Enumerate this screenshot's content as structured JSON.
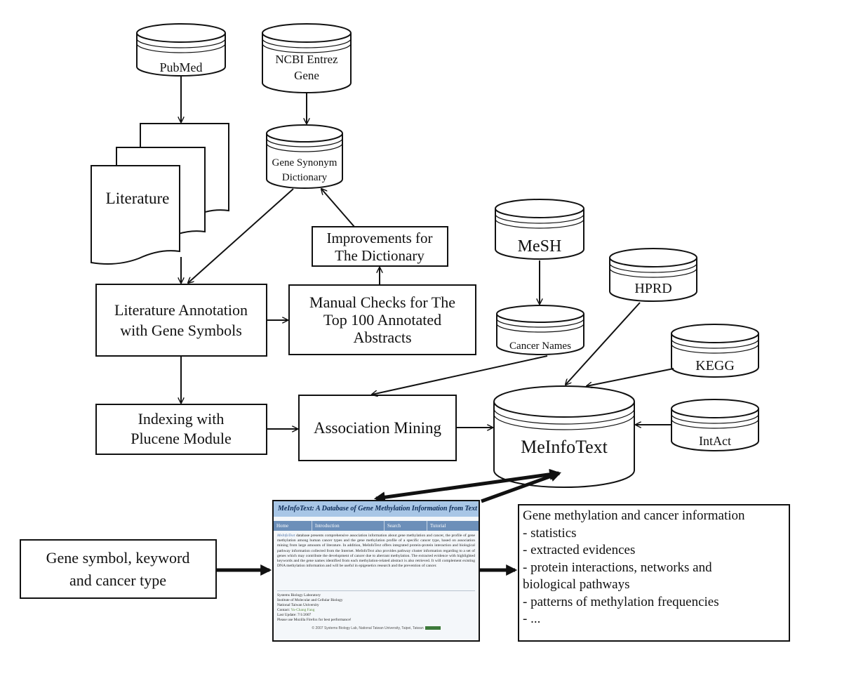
{
  "sources": {
    "pubmed": "PubMed",
    "ncbi_line1": "NCBI Entrez",
    "ncbi_line2": "Gene",
    "mesh": "MeSH",
    "hprd": "HPRD",
    "kegg": "KEGG",
    "intact": "IntAct"
  },
  "nodes": {
    "literature": "Literature",
    "gene_synonym_line1": "Gene Synonym",
    "gene_synonym_line2": "Dictionary",
    "improvements_line1": "Improvements for",
    "improvements_line2": "The Dictionary",
    "annotation_line1": "Literature Annotation",
    "annotation_line2": "with Gene Symbols",
    "manual_line1": "Manual Checks for The",
    "manual_line2": "Top 100 Annotated",
    "manual_line3": "Abstracts",
    "cancer_names": "Cancer Names",
    "indexing_line1": "Indexing with",
    "indexing_line2": "Plucene Module",
    "association": "Association Mining",
    "meinfotext": "MeInfoText",
    "input_line1": "Gene symbol, keyword",
    "input_line2": "and cancer type"
  },
  "website": {
    "banner": "MeInfoText: A Database of Gene Methylation Information from Text Mining",
    "nav": [
      "Home",
      "Introduction",
      "Search",
      "Tutorial"
    ],
    "body_link": "MeInfoText",
    "body_text": "database presents comprehensive association information about gene methylation and cancer, the profile of gene methylation among human cancer types and the gene methylation profile of a specific cancer type, based on association mining from large amounts of literature. In addition, MeInfoText offers integrated protein-protein interaction and biological pathway information collected from the Internet. MeInfoText also provides pathway cluster information regarding to a set of genes which may contribute the development of cancer due to aberrant methylation. The extracted evidence with highlighted keywords and the gene names identified from each methylation-related abstract is also retrieved. It will complement existing DNA methylation information and will be useful in epigenetics research and the prevention of cancer.",
    "lab": "Systems Biology Laboratory",
    "institute": "Institute of Molecular and Cellular Biology",
    "university": "National Taiwan University",
    "contact_label": "Contact:",
    "contact_name": "Yu-Chang Fang",
    "last_update": "Last Update: 7/1/2007",
    "browser_note": "Please use Mozilla Firefox for best performance!",
    "footer": "© 2007 Systems Biology Lab, National Taiwan University, Taipei, Taiwan"
  },
  "output": {
    "lines": [
      "Gene methylation and cancer information",
      "- statistics",
      "- extracted evidences",
      "- protein interactions, networks and",
      "biological pathways",
      "- patterns of methylation frequencies",
      "- ..."
    ]
  }
}
